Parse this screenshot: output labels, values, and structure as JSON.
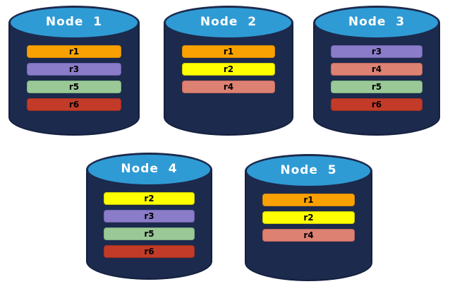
{
  "colors": {
    "background": "#FFFFFF",
    "cylinder_body": "#1C2A4D",
    "cylinder_outline": "#13203E",
    "cylinder_top": "#2F9BD5",
    "node_title_text": "#FFFFFF",
    "replica_label_text": "#000000"
  },
  "palette": {
    "r1": {
      "fill": "#F9A102",
      "border": "#D88A00"
    },
    "r2": {
      "fill": "#FFFF00",
      "border": "#CFCF00"
    },
    "r3": {
      "fill": "#8A7CC8",
      "border": "#6F63AC"
    },
    "r4": {
      "fill": "#DD8173",
      "border": "#C2685A"
    },
    "r5": {
      "fill": "#9AC897",
      "border": "#7FB07C"
    },
    "r6": {
      "fill": "#C23B28",
      "border": "#A32F1F"
    }
  },
  "nodes": [
    {
      "name": "Node  1",
      "replicas": [
        "r1",
        "r3",
        "r5",
        "r6"
      ]
    },
    {
      "name": "Node  2",
      "replicas": [
        "r1",
        "r2",
        "r4"
      ]
    },
    {
      "name": "Node  3",
      "replicas": [
        "r3",
        "r4",
        "r5",
        "r6"
      ]
    },
    {
      "name": "Node  4",
      "replicas": [
        "r2",
        "r3",
        "r5",
        "r6"
      ]
    },
    {
      "name": "Node  5",
      "replicas": [
        "r1",
        "r2",
        "r4"
      ]
    }
  ]
}
